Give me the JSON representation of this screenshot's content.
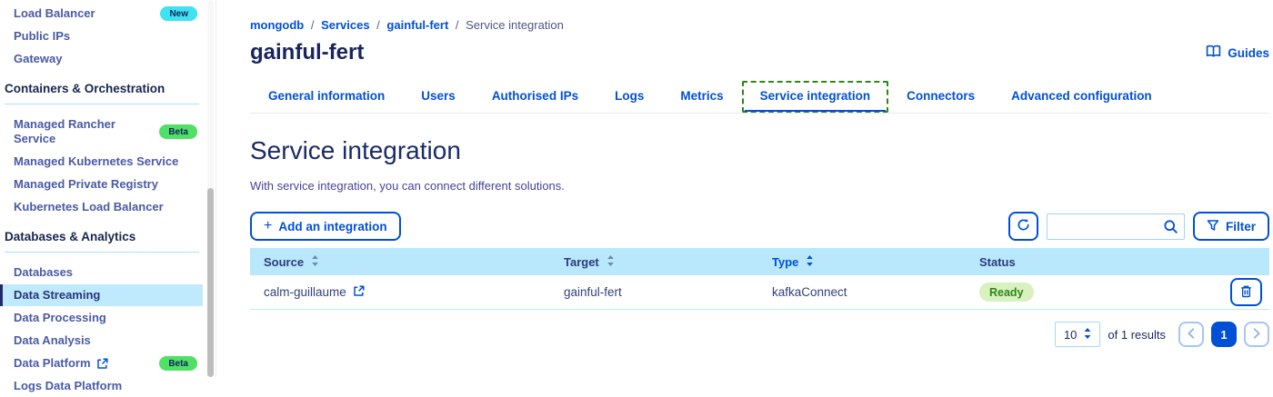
{
  "colors": {
    "primary_blue": "#0050d7",
    "navy_text": "#1b2b65",
    "table_header_bg": "#b9e8fc",
    "sidebar_selected_bg": "#bfeafd",
    "badge_new_bg": "#3ee2f0",
    "badge_beta_bg": "#50e065",
    "status_ready_bg": "#d7f1c0",
    "status_ready_text": "#2f8515",
    "active_tab_outline": "#2f8515"
  },
  "icons": {
    "guides": "book-icon",
    "add": "plus-icon",
    "refresh": "refresh-icon",
    "search": "search-icon",
    "filter": "funnel-icon",
    "external_link": "external-link-icon",
    "delete": "trash-icon",
    "sort": "sort-up-down-icon",
    "prev": "chevron-left-icon",
    "next": "chevron-right-icon",
    "page_size": "up-down-caret-icon"
  },
  "sidebar": {
    "items": [
      {
        "type": "link",
        "label": "Load Balancer",
        "badge": "New"
      },
      {
        "type": "link",
        "label": "Public IPs"
      },
      {
        "type": "link",
        "label": "Gateway"
      },
      {
        "type": "heading",
        "label": "Containers & Orchestration"
      },
      {
        "type": "link",
        "label": "Managed Rancher Service",
        "badge": "Beta"
      },
      {
        "type": "link",
        "label": "Managed Kubernetes Service"
      },
      {
        "type": "link",
        "label": "Managed Private Registry"
      },
      {
        "type": "link",
        "label": "Kubernetes Load Balancer"
      },
      {
        "type": "heading",
        "label": "Databases & Analytics"
      },
      {
        "type": "link",
        "label": "Databases"
      },
      {
        "type": "link",
        "label": "Data Streaming",
        "selected": true
      },
      {
        "type": "link",
        "label": "Data Processing"
      },
      {
        "type": "link",
        "label": "Data Analysis"
      },
      {
        "type": "link",
        "label": "Data Platform",
        "badge": "Beta",
        "external": true
      },
      {
        "type": "link",
        "label": "Logs Data Platform"
      }
    ]
  },
  "breadcrumb": {
    "links": [
      "mongodb",
      "Services",
      "gainful-fert"
    ],
    "current": "Service integration",
    "separator": "/"
  },
  "header": {
    "title": "gainful-fert",
    "guides_label": "Guides"
  },
  "tabs": [
    {
      "label": "General information"
    },
    {
      "label": "Users"
    },
    {
      "label": "Authorised IPs"
    },
    {
      "label": "Logs"
    },
    {
      "label": "Metrics"
    },
    {
      "label": "Service integration",
      "active": true
    },
    {
      "label": "Connectors"
    },
    {
      "label": "Advanced configuration"
    }
  ],
  "section": {
    "title": "Service integration",
    "description": "With service integration, you can connect different solutions."
  },
  "toolbar": {
    "add_button": "Add an integration",
    "search_value": "",
    "search_placeholder": "",
    "filter_button": "Filter"
  },
  "table": {
    "columns": [
      {
        "label": "Source",
        "sortable": true
      },
      {
        "label": "Target",
        "sortable": true
      },
      {
        "label": "Type",
        "sortable": true,
        "active": true
      },
      {
        "label": "Status",
        "sortable": false
      }
    ],
    "rows": [
      {
        "source": "calm-guillaume",
        "source_external": true,
        "target": "gainful-fert",
        "type": "kafkaConnect",
        "status": "Ready"
      }
    ]
  },
  "pagination": {
    "page_size": "10",
    "results_text": "of 1 results",
    "current_page": "1"
  }
}
